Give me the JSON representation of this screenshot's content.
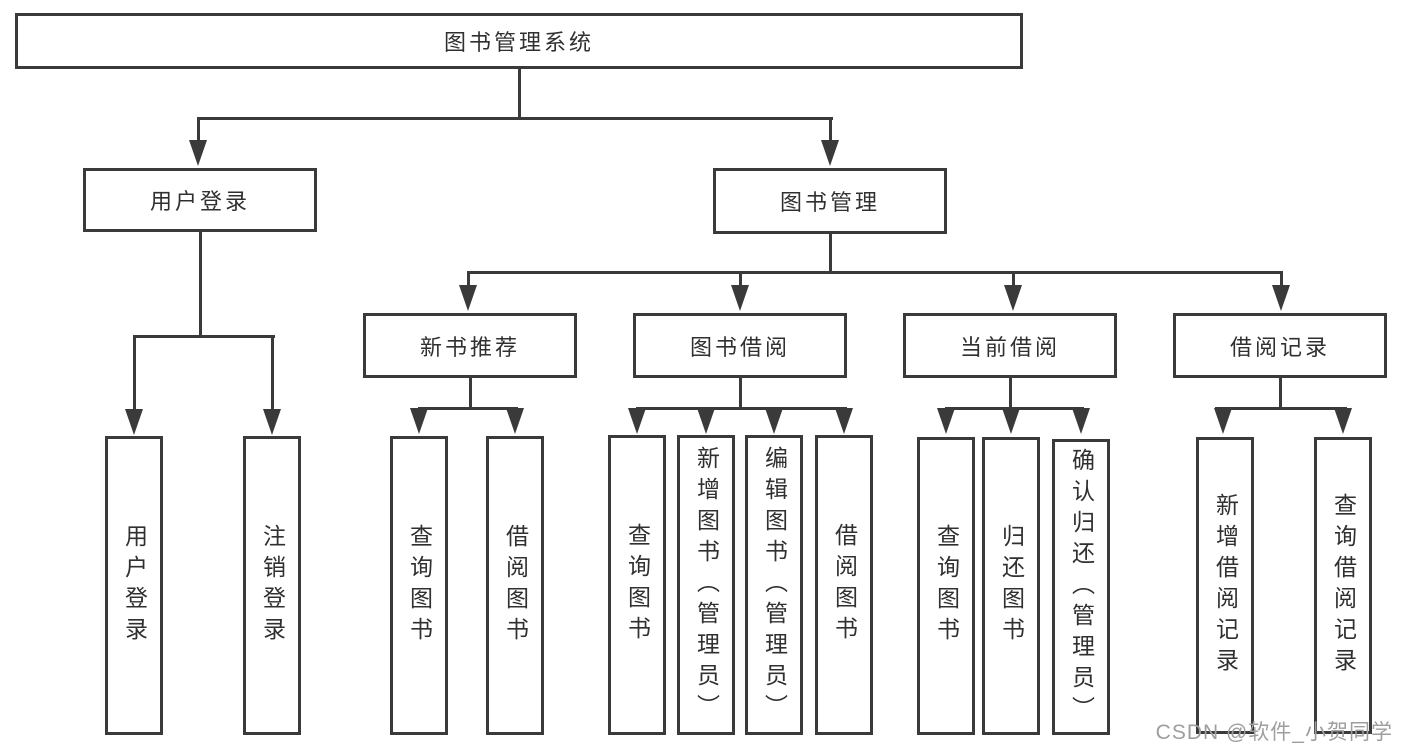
{
  "diagram": {
    "title_node": "图书管理系统",
    "root": {
      "label": "图书管理系统"
    },
    "branches": {
      "user_login": {
        "label": "用户登录",
        "children": [
          {
            "label": "用户登录"
          },
          {
            "label": "注销登录"
          }
        ]
      },
      "book_mgmt": {
        "label": "图书管理",
        "children": [
          {
            "label": "新书推荐",
            "children": [
              {
                "label": "查询图书"
              },
              {
                "label": "借阅图书"
              }
            ]
          },
          {
            "label": "图书借阅",
            "children": [
              {
                "label": "查询图书"
              },
              {
                "label": "新增图书（管理员）"
              },
              {
                "label": "编辑图书（管理员）"
              },
              {
                "label": "借阅图书"
              }
            ]
          },
          {
            "label": "当前借阅",
            "children": [
              {
                "label": "查询图书"
              },
              {
                "label": "归还图书"
              },
              {
                "label": "确认归还（管理员）"
              }
            ]
          },
          {
            "label": "借阅记录",
            "children": [
              {
                "label": "新增借阅记录"
              },
              {
                "label": "查询借阅记录"
              }
            ]
          }
        ]
      }
    }
  },
  "watermark": "CSDN @软件_小贺同学",
  "colors": {
    "line": "#3a3a3a",
    "text": "#303030",
    "watermark": "#9e9e9e",
    "background": "#ffffff"
  }
}
